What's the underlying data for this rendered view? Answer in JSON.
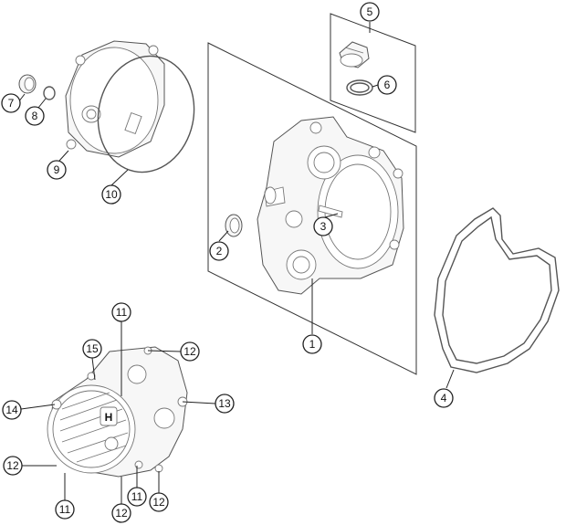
{
  "callouts": {
    "c1": "1",
    "c2": "2",
    "c3": "3",
    "c4": "4",
    "c5": "5",
    "c6": "6",
    "c7": "7",
    "c8": "8",
    "c9": "9",
    "c10": "10",
    "c11a": "11",
    "c11b": "11",
    "c11c": "11",
    "c12a": "12",
    "c12b": "12",
    "c12c": "12",
    "c12d": "12",
    "c13": "13",
    "c14": "14",
    "c15": "15"
  },
  "logo": {
    "brand_mark": "H"
  },
  "colors": {
    "line": "#555555",
    "callout_stroke": "#222222",
    "background": "#ffffff"
  }
}
